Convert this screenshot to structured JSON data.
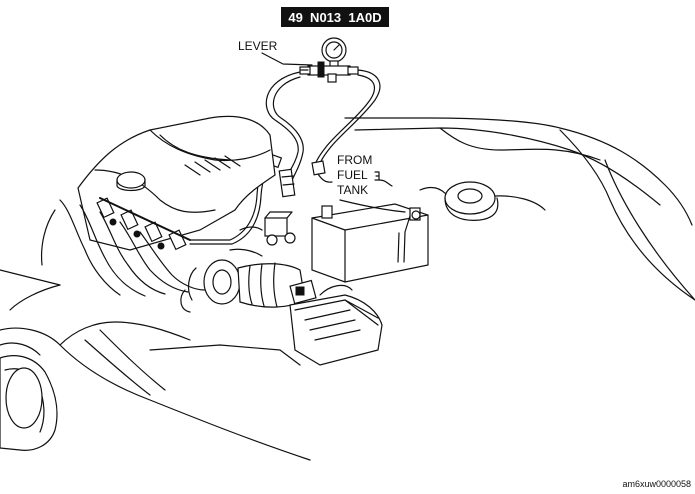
{
  "tool_number": "49  N013  1A0D",
  "labels": {
    "lever": "LEVER",
    "from": "FROM",
    "fuel": "FUEL",
    "tank": "TANK"
  },
  "figure_code": "am6xuw0000058"
}
